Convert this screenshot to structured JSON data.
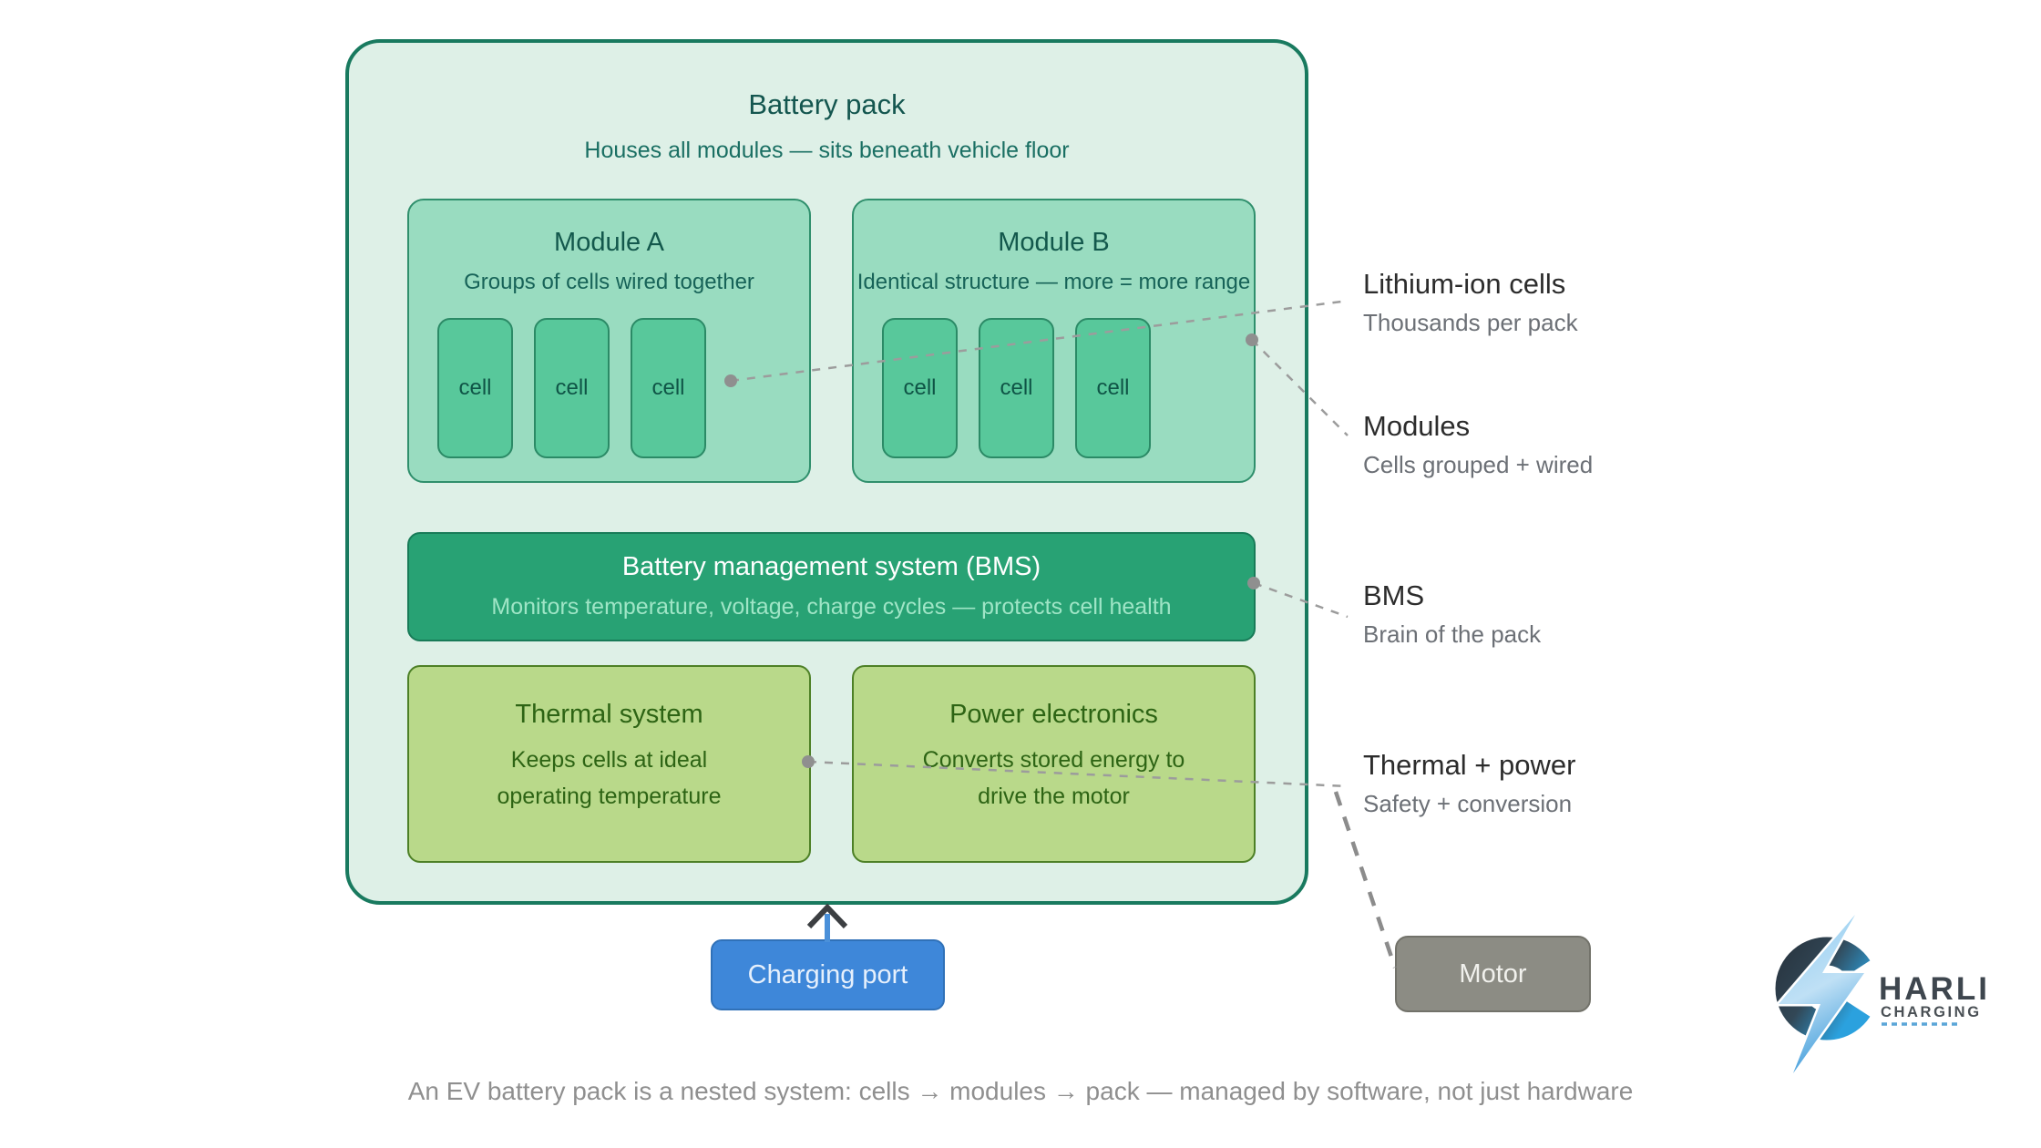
{
  "pack": {
    "title": "Battery pack",
    "subtitle": "Houses all modules — sits beneath vehicle floor"
  },
  "modules": [
    {
      "title": "Module A",
      "subtitle": "Groups of cells wired together",
      "cells": [
        "cell",
        "cell",
        "cell"
      ]
    },
    {
      "title": "Module B",
      "subtitle": "Identical structure — more = more range",
      "cells": [
        "cell",
        "cell",
        "cell"
      ]
    }
  ],
  "bms": {
    "title": "Battery management system (BMS)",
    "subtitle": "Monitors temperature, voltage, charge cycles — protects cell health"
  },
  "thermal": {
    "title": "Thermal system",
    "body": "Keeps cells at ideal operating temperature"
  },
  "power": {
    "title": "Power electronics",
    "body": "Converts stored energy to drive the motor"
  },
  "charging_port": {
    "label": "Charging port"
  },
  "motor": {
    "label": "Motor"
  },
  "annotations": [
    {
      "title": "Lithium-ion cells",
      "subtitle": "Thousands per pack"
    },
    {
      "title": "Modules",
      "subtitle": "Cells grouped + wired"
    },
    {
      "title": "BMS",
      "subtitle": "Brain of the pack"
    },
    {
      "title": "Thermal + power",
      "subtitle": "Safety + conversion"
    }
  ],
  "caption": "An EV battery pack is a nested system: cells → modules → pack — managed by software, not just hardware",
  "logo": {
    "name": "HARLI",
    "sub": "CHARGING"
  },
  "colors": {
    "pack_fill": "#def0e7",
    "pack_border": "#197a5f",
    "module_fill": "#99dcc0",
    "module_border": "#2f8f6c",
    "cell_fill": "#58c89b",
    "cell_border": "#2b8a66",
    "bms_fill": "#28a274",
    "bms_subtitle_text": "#9fe5c6",
    "system_fill": "#b9d98a",
    "system_border": "#4d8026",
    "system_text": "#2d6414",
    "charging_fill": "#3e87d9",
    "motor_fill": "#8c8c84",
    "connector_gray": "#9c9c9c",
    "annotation_title": "#2c2c2c",
    "annotation_subtitle": "#6c7076",
    "caption_gray": "#8f8f8f",
    "logo_navy": "#2a3844",
    "logo_blue": "#2ba1de"
  }
}
